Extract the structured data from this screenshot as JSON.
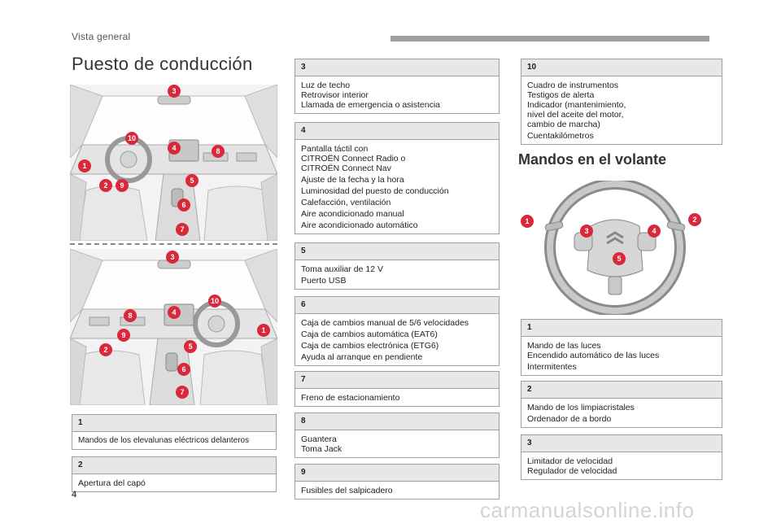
{
  "header": {
    "section": "Vista general"
  },
  "title": "Puesto de conducción",
  "volante_title": "Mandos en el volante",
  "page_number": "4",
  "watermark": "carmanualsonline.info",
  "callouts_top": [
    "3",
    "10",
    "4",
    "8",
    "1",
    "5",
    "2",
    "9",
    "6",
    "7"
  ],
  "callouts_bottom": [
    "3",
    "10",
    "8",
    "4",
    "9",
    "1",
    "5",
    "2",
    "6",
    "7"
  ],
  "callouts_wheel": [
    "1",
    "2",
    "3",
    "4",
    "5"
  ],
  "boxes": [
    {
      "id": "1",
      "lines": [
        "Mandos de los elevalunas eléctricos delanteros"
      ]
    },
    {
      "id": "2",
      "lines": [
        "Apertura del capó"
      ]
    },
    {
      "id": "3",
      "lines": [
        "Luz de techo",
        "Retrovisor interior",
        "Llamada de emergencia o asistencia"
      ]
    },
    {
      "id": "4",
      "lines": [
        "Pantalla táctil con",
        "CITROËN Connect Radio o",
        "CITROËN Connect Nav",
        "Ajuste de la fecha y la hora",
        "Luminosidad del puesto de conducción",
        "Calefacción, ventilación",
        "Aire acondicionado manual",
        "Aire acondicionado automático"
      ]
    },
    {
      "id": "5",
      "lines": [
        "Toma auxiliar de 12 V",
        "Puerto USB"
      ]
    },
    {
      "id": "6",
      "lines": [
        "Caja de cambios manual de 5/6 velocidades",
        "Caja de cambios automática (EAT6)",
        "Caja de cambios electrónica (ETG6)",
        "Ayuda al arranque en pendiente"
      ]
    },
    {
      "id": "7",
      "lines": [
        "Freno de estacionamiento"
      ]
    },
    {
      "id": "8",
      "lines": [
        "Guantera",
        "Toma Jack"
      ]
    },
    {
      "id": "9",
      "lines": [
        "Fusibles del salpicadero"
      ]
    },
    {
      "id": "10",
      "lines": [
        "Cuadro de instrumentos",
        "Testigos de alerta",
        "Indicador (mantenimiento,",
        "nivel del aceite del motor,",
        "cambio de marcha)",
        "Cuentakilómetros"
      ]
    }
  ],
  "wheel_boxes": [
    {
      "id": "1",
      "lines": [
        "Mando de las luces",
        "Encendido automático de las luces",
        "Intermitentes"
      ]
    },
    {
      "id": "2",
      "lines": [
        "Mando de los limpiacristales",
        "Ordenador de a bordo"
      ]
    },
    {
      "id": "3",
      "lines": [
        "Limitador de velocidad",
        "Regulador de velocidad"
      ]
    }
  ],
  "colors": {
    "callout": "#d9283a",
    "box_header": "#e6e7e8",
    "border": "#9aa0a6",
    "header_bar": "#9aa0a6"
  }
}
